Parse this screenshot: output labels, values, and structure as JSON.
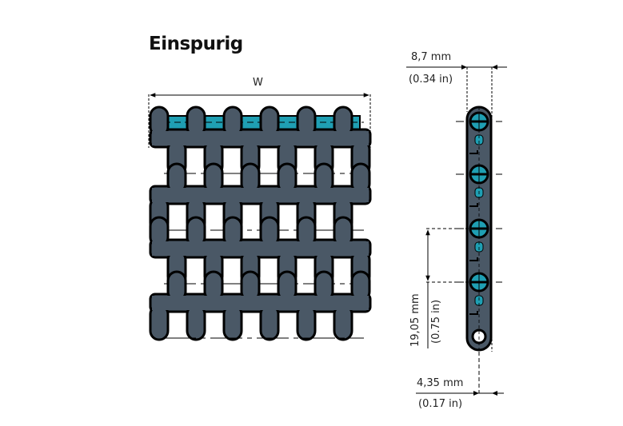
{
  "title": "Einspurig",
  "front_view": {
    "width_label": "W",
    "rows": 4,
    "links_per_row": 6
  },
  "side_view": {
    "thickness": {
      "mm": "8,7 mm",
      "in": "(0.34 in)"
    },
    "pitch": {
      "mm": "19,05 mm",
      "in": "(0.75 in)"
    },
    "offset": {
      "mm": "4,35 mm",
      "in": "(0.17 in)"
    }
  },
  "colors": {
    "belt": "#4a5866",
    "rod": "#1f9fb3",
    "outline": "#000000"
  }
}
